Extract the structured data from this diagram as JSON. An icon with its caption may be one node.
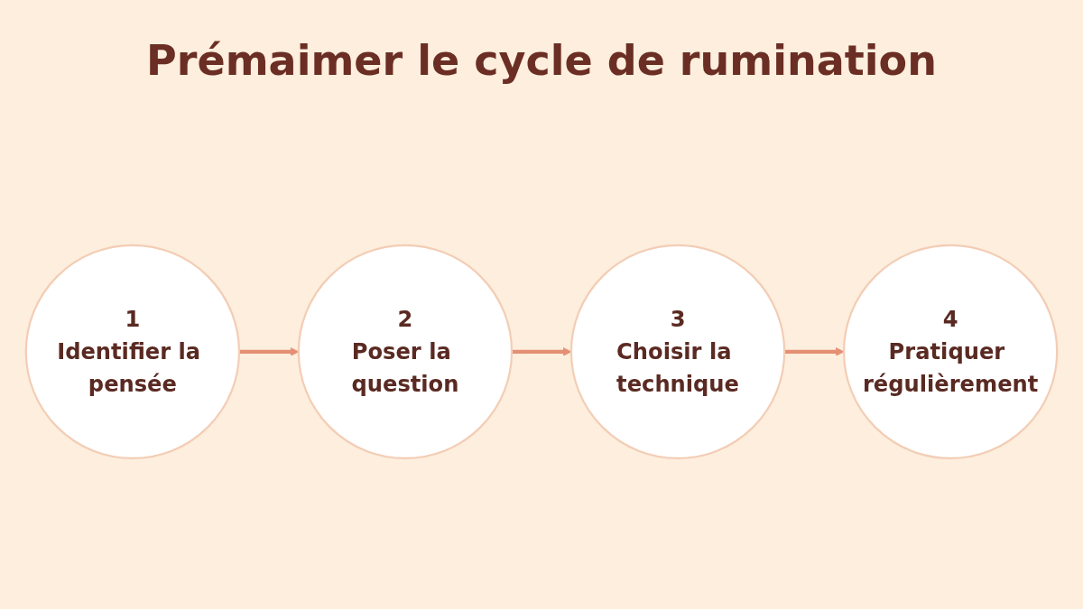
{
  "diagram": {
    "title": "Prémaimer le cycle de rumination",
    "nodes": [
      {
        "text": [
          "1",
          "Identifier la pensée"
        ]
      },
      {
        "text": [
          "2",
          "Poser la question"
        ]
      },
      {
        "text": [
          "3",
          "Choisir la technique"
        ]
      },
      {
        "text": [
          "4",
          "Pratiquer régulièrement"
        ]
      }
    ],
    "edges": [
      {
        "from": 0,
        "to": 1,
        "arrow": "to",
        "color": "#e58f74"
      },
      {
        "from": 1,
        "to": 2,
        "arrow": "to",
        "color": "#e58f74"
      },
      {
        "from": 2,
        "to": 3,
        "arrow": "to",
        "color": "#e58f74"
      }
    ]
  }
}
